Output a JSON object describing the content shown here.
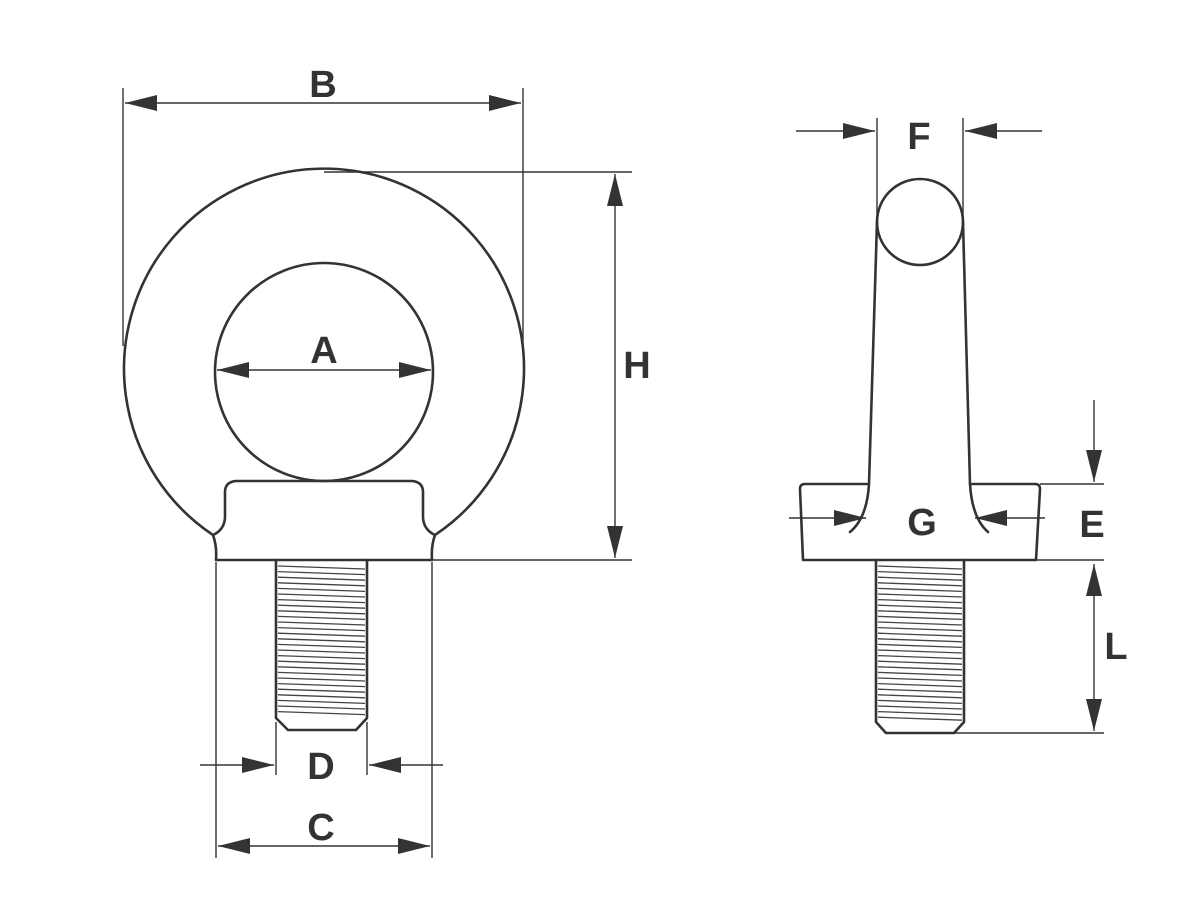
{
  "labels": {
    "a": "A",
    "b": "B",
    "c": "C",
    "d": "D",
    "e": "E",
    "f": "F",
    "g": "G",
    "h": "H",
    "l": "L"
  },
  "colors": {
    "line": "#333333",
    "background": "#ffffff"
  }
}
